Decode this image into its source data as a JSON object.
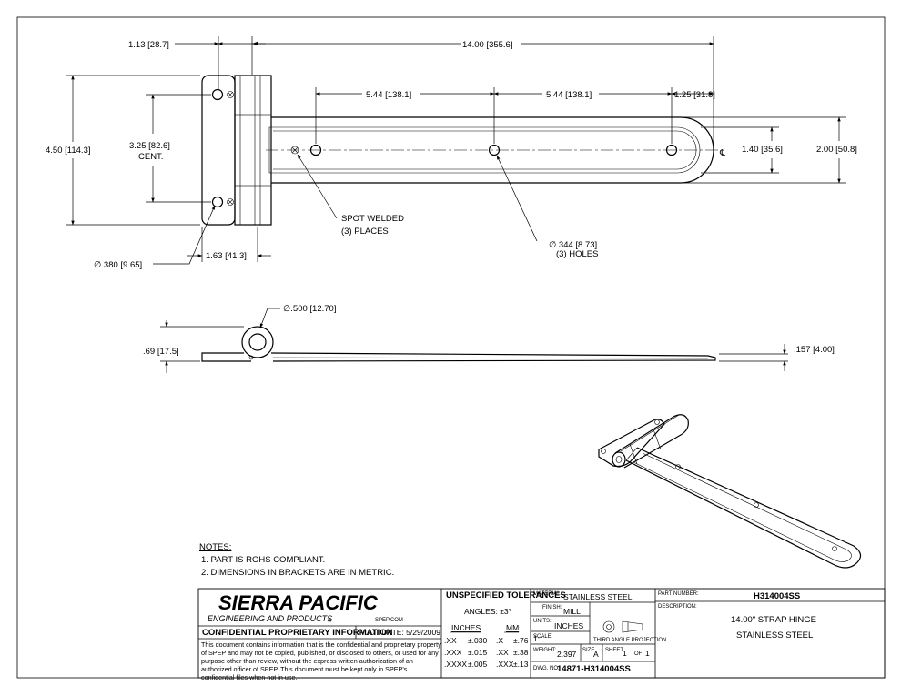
{
  "dimensions": {
    "overall_length": "14.00",
    "overall_length_mm": "355.6",
    "knuckle_offset": "1.13",
    "knuckle_offset_mm": "28.7",
    "hole_spacing_1": "5.44",
    "hole_spacing_1_mm": "138.1",
    "hole_spacing_2": "5.44",
    "hole_spacing_2_mm": "138.1",
    "end_hole_offset": "1.25",
    "end_hole_offset_mm": "31.8",
    "leaf_height": "4.50",
    "leaf_height_mm": "114.3",
    "leaf_hole_cent": "3.25",
    "leaf_hole_cent_mm": "82.6",
    "cent_label": "CENT.",
    "slot_width": "1.40",
    "slot_width_mm": "35.6",
    "strap_width": "2.00",
    "strap_width_mm": "50.8",
    "leaf_width": "1.63",
    "leaf_width_mm": "41.3",
    "leaf_hole_dia": "∅.380",
    "leaf_hole_dia_mm": "9.65",
    "strap_hole_dia": "∅.344",
    "strap_hole_dia_mm": "8.73",
    "strap_hole_qty": "(3) HOLES",
    "spot_weld": "SPOT WELDED",
    "spot_weld_qty": "(3) PLACES",
    "knuckle_dia": "∅.500",
    "knuckle_dia_mm": "12.70",
    "side_height": ".69",
    "side_height_mm": "17.5",
    "thickness": ".157",
    "thickness_mm": "4.00",
    "centerline_symbol": "℄"
  },
  "notes": {
    "title": "NOTES:",
    "items": [
      "1.   PART IS ROHS COMPLIANT.",
      "2.   DIMENSIONS IN BRACKETS ARE IN METRIC."
    ]
  },
  "title_block": {
    "company": "SIERRA PACIFIC",
    "company_sub": "ENGINEERING AND PRODUCTS",
    "registered": "®",
    "website": "SPEP.COM",
    "confidential_title": "CONFIDENTIAL PROPRIETARY INFORMATION",
    "plot_date": "PLOT DATE: 5/29/2009",
    "confidential_text": "This document contains information that is the confidential and proprietary property of SPEP and may not be copied, published, or disclosed to others, or used for any purpose  other than review, without the express written authorization of an authorized officer of SPEP. This document must be kept only in SPEP's confidential files when not in use.",
    "tolerances_title": "UNSPECIFIED TOLERANCES",
    "angles": "ANGLES: ±3°",
    "inches_header": "INCHES",
    "mm_header": "MM",
    "tol_rows": [
      {
        "in_fmt": ".XX",
        "in_val": "±.030",
        "mm_fmt": ".X",
        "mm_val": "±.76"
      },
      {
        "in_fmt": ".XXX",
        "in_val": "±.015",
        "mm_fmt": ".XX",
        "mm_val": "±.38"
      },
      {
        "in_fmt": ".XXXX",
        "in_val": "±.005",
        "mm_fmt": ".XXX",
        "mm_val": "±.13"
      }
    ],
    "material_label": "MATERIAL:",
    "material": "STAINLESS STEEL",
    "finish_label": "FINISH:",
    "finish": "MILL",
    "units_label": "UNITS:",
    "units": "INCHES",
    "scale_label": "SCALE:",
    "scale": "1:1",
    "projection_label": "THIRD ANGLE PROJECTION",
    "weight_label": "WEIGHT:",
    "weight": "2.397",
    "size_label": "SIZE",
    "size": "A",
    "sheet_label": "SHEET",
    "sheet": "1",
    "of_label": "OF",
    "sheet_total": "1",
    "dwg_label": "DWG. NO.",
    "dwg_no": "14871-H314004SS",
    "part_number_label": "PART NUMBER:",
    "part_number": "H314004SS",
    "description_label": "DESCRIPTION:",
    "description_line1": "14.00\" STRAP HINGE",
    "description_line2": "STAINLESS STEEL"
  }
}
